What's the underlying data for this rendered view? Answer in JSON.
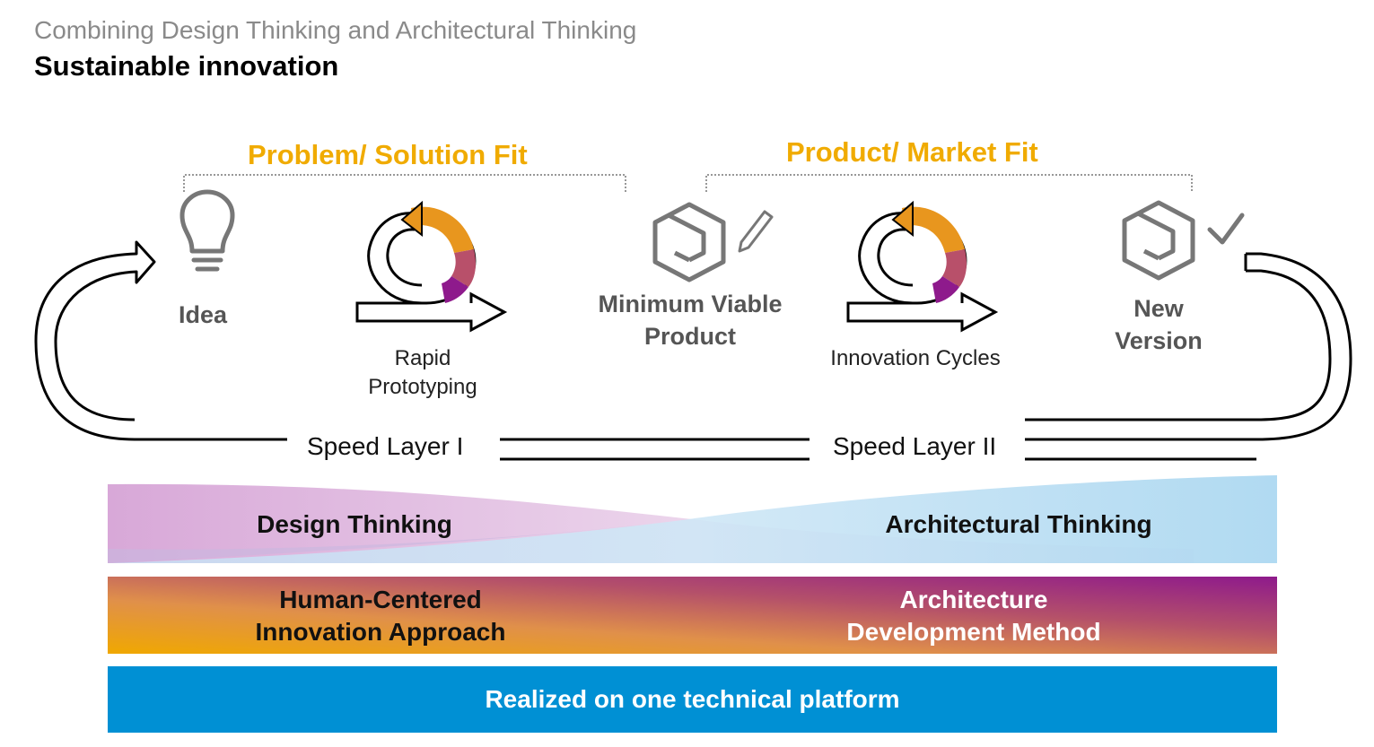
{
  "header": {
    "subtitle": "Combining Design Thinking and Architectural Thinking",
    "title": "Sustainable innovation"
  },
  "fits": {
    "problem_solution": "Problem/ Solution Fit",
    "product_market": "Product/ Market Fit"
  },
  "stages": {
    "idea": "Idea",
    "rapid_line1": "Rapid",
    "rapid_line2": "Prototyping",
    "mvp_line1": "Minimum Viable",
    "mvp_line2": "Product",
    "cycles": "Innovation Cycles",
    "new_line1": "New",
    "new_line2": "Version"
  },
  "speed_layers": {
    "layer1": "Speed Layer I",
    "layer2": "Speed Layer II"
  },
  "bands": {
    "design_thinking": "Design Thinking",
    "architectural_thinking": "Architectural Thinking",
    "human_line1": "Human-Centered",
    "human_line2": "Innovation Approach",
    "arch_line1": "Architecture",
    "arch_line2": "Development Method",
    "platform": "Realized on one technical platform"
  },
  "icons": [
    "lightbulb-icon",
    "cycle-arrow-icon",
    "cube-icon",
    "pencil-icon",
    "checkmark-icon"
  ],
  "colors": {
    "accent_gold": "#f0ab00",
    "orange": "#e87c1e",
    "purple": "#8e1a8c",
    "blue": "#008fd3",
    "pink": "#d8a8d4",
    "light_blue": "#a8d8f0",
    "icon_gray": "#777777"
  }
}
